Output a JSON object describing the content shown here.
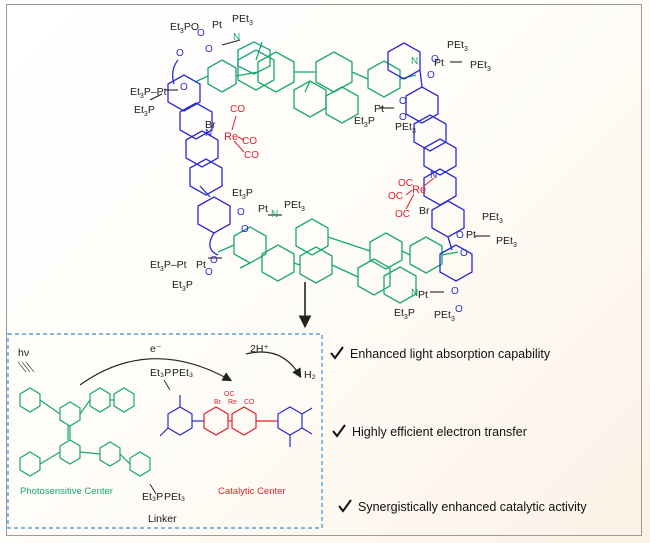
{
  "cage": {
    "pet3_labels": [
      {
        "main": "Et",
        "sub": "3",
        "tail": "PO"
      },
      {
        "main": "PEt",
        "sub": "3"
      },
      {
        "main": "Et",
        "sub": "3",
        "tail": "P–Pt"
      },
      {
        "main": "Et",
        "sub": "3",
        "tail": "P"
      },
      {
        "main": "PEt",
        "sub": "3"
      },
      {
        "main": "PEt",
        "sub": "3"
      },
      {
        "main": "Et",
        "sub": "3",
        "tail": "P"
      },
      {
        "main": "PEt",
        "sub": "3"
      },
      {
        "main": "Et",
        "sub": "3",
        "tail": "P"
      },
      {
        "main": "PEt",
        "sub": "3"
      },
      {
        "main": "PEt",
        "sub": "3"
      },
      {
        "main": "PEt",
        "sub": "3"
      },
      {
        "main": "Et",
        "sub": "3",
        "tail": "P–Pt"
      },
      {
        "main": "Et",
        "sub": "3",
        "tail": "P"
      },
      {
        "main": "PEt",
        "sub": "3"
      },
      {
        "main": "Et",
        "sub": "3",
        "tail": "P"
      }
    ],
    "pt_labels": [
      "Pt",
      "Pt",
      "Pt",
      "Pt",
      "Pt",
      "Pt",
      "Pt"
    ],
    "re_left": {
      "br": "Br",
      "re": "Re",
      "co": [
        "CO",
        "CO",
        "CO"
      ],
      "n": "N"
    },
    "re_right": {
      "br": "Br",
      "re": "Re",
      "co": [
        "OC",
        "OC",
        "OC"
      ],
      "n": "N"
    }
  },
  "scheme": {
    "hv": "hν",
    "electron": "e⁻",
    "proton": "2H⁺",
    "h2": "H₂",
    "photosensitive_center": "Photosensitive Center",
    "catalytic_center": "Catalytic Center",
    "linker": "Linker"
  },
  "benefits": [
    "Enhanced light absorption capability",
    "Highly efficient electron transfer",
    "Synergistically enhanced catalytic activity"
  ],
  "colors": {
    "photosensitizer": "#18a574",
    "linker": "#2b2bd0",
    "catalyst": "#e0202a",
    "dashed_box": "#3a8fd8"
  }
}
